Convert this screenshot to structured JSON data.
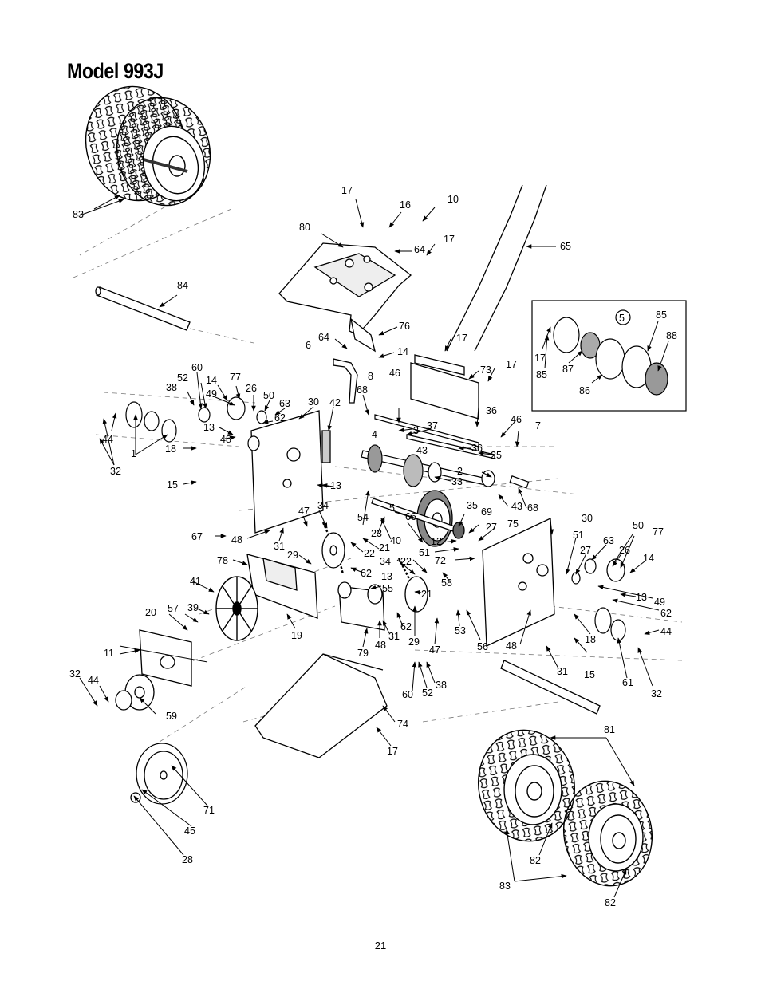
{
  "page": {
    "title": "Model 993J",
    "page_number": "21",
    "inset_badge": "5"
  },
  "part_labels": [
    {
      "id": "l1",
      "text": "83"
    },
    {
      "id": "l2",
      "text": "84"
    },
    {
      "id": "l3",
      "text": "80"
    },
    {
      "id": "l4",
      "text": "17"
    },
    {
      "id": "l5",
      "text": "16"
    },
    {
      "id": "l6",
      "text": "10"
    },
    {
      "id": "l7",
      "text": "17"
    },
    {
      "id": "l8",
      "text": "64"
    },
    {
      "id": "l9",
      "text": "65"
    },
    {
      "id": "l10",
      "text": "76"
    },
    {
      "id": "l11",
      "text": "64"
    },
    {
      "id": "l12",
      "text": "6"
    },
    {
      "id": "l13",
      "text": "14"
    },
    {
      "id": "l14",
      "text": "17"
    },
    {
      "id": "l15",
      "text": "73"
    },
    {
      "id": "l16",
      "text": "17"
    },
    {
      "id": "l17",
      "text": "46"
    },
    {
      "id": "l18",
      "text": "8"
    },
    {
      "id": "l19",
      "text": "68"
    },
    {
      "id": "l20",
      "text": "42"
    },
    {
      "id": "l21",
      "text": "36"
    },
    {
      "id": "l22",
      "text": "37"
    },
    {
      "id": "l23",
      "text": "46"
    },
    {
      "id": "l24",
      "text": "7"
    },
    {
      "id": "l25",
      "text": "4"
    },
    {
      "id": "l26",
      "text": "3"
    },
    {
      "id": "l27",
      "text": "36"
    },
    {
      "id": "l28",
      "text": "43"
    },
    {
      "id": "l29",
      "text": "25"
    },
    {
      "id": "l30",
      "text": "2"
    },
    {
      "id": "l31",
      "text": "33"
    },
    {
      "id": "l32",
      "text": "43"
    },
    {
      "id": "l33",
      "text": "68"
    },
    {
      "id": "l34",
      "text": "60"
    },
    {
      "id": "l35",
      "text": "52"
    },
    {
      "id": "l36",
      "text": "38"
    },
    {
      "id": "l37",
      "text": "14"
    },
    {
      "id": "l38",
      "text": "77"
    },
    {
      "id": "l39",
      "text": "49"
    },
    {
      "id": "l40",
      "text": "26"
    },
    {
      "id": "l41",
      "text": "50"
    },
    {
      "id": "l42",
      "text": "63"
    },
    {
      "id": "l43",
      "text": "30"
    },
    {
      "id": "l44",
      "text": "62"
    },
    {
      "id": "l45",
      "text": "44"
    },
    {
      "id": "l46",
      "text": "13"
    },
    {
      "id": "l47",
      "text": "48"
    },
    {
      "id": "l48",
      "text": "1"
    },
    {
      "id": "l49",
      "text": "18"
    },
    {
      "id": "l50",
      "text": "32"
    },
    {
      "id": "l51",
      "text": "15"
    },
    {
      "id": "l52",
      "text": "13"
    },
    {
      "id": "l53",
      "text": "34"
    },
    {
      "id": "l54",
      "text": "47"
    },
    {
      "id": "l55",
      "text": "54"
    },
    {
      "id": "l56",
      "text": "5"
    },
    {
      "id": "l57",
      "text": "35"
    },
    {
      "id": "l58",
      "text": "69"
    },
    {
      "id": "l59",
      "text": "23"
    },
    {
      "id": "l60",
      "text": "66"
    },
    {
      "id": "l61",
      "text": "40"
    },
    {
      "id": "l62",
      "text": "12"
    },
    {
      "id": "l63",
      "text": "27"
    },
    {
      "id": "l64",
      "text": "75"
    },
    {
      "id": "l65",
      "text": "67"
    },
    {
      "id": "l66",
      "text": "48"
    },
    {
      "id": "l67",
      "text": "31"
    },
    {
      "id": "l68",
      "text": "21"
    },
    {
      "id": "l69",
      "text": "29"
    },
    {
      "id": "l70",
      "text": "22"
    },
    {
      "id": "l71",
      "text": "51"
    },
    {
      "id": "l72",
      "text": "72"
    },
    {
      "id": "l73",
      "text": "78"
    },
    {
      "id": "l74",
      "text": "34"
    },
    {
      "id": "l75",
      "text": "22"
    },
    {
      "id": "l76",
      "text": "58"
    },
    {
      "id": "l77",
      "text": "62"
    },
    {
      "id": "l78",
      "text": "13"
    },
    {
      "id": "l79",
      "text": "55"
    },
    {
      "id": "l80",
      "text": "21"
    },
    {
      "id": "l81",
      "text": "41"
    },
    {
      "id": "l82",
      "text": "39"
    },
    {
      "id": "l83",
      "text": "57"
    },
    {
      "id": "l84",
      "text": "20"
    },
    {
      "id": "l85",
      "text": "19"
    },
    {
      "id": "l86",
      "text": "79"
    },
    {
      "id": "l87",
      "text": "48"
    },
    {
      "id": "l88",
      "text": "31"
    },
    {
      "id": "l89",
      "text": "62"
    },
    {
      "id": "l90",
      "text": "29"
    },
    {
      "id": "l91",
      "text": "47"
    },
    {
      "id": "l92",
      "text": "53"
    },
    {
      "id": "l93",
      "text": "56"
    },
    {
      "id": "l94",
      "text": "11"
    },
    {
      "id": "l95",
      "text": "30"
    },
    {
      "id": "l96",
      "text": "51"
    },
    {
      "id": "l97",
      "text": "63"
    },
    {
      "id": "l98",
      "text": "50"
    },
    {
      "id": "l99",
      "text": "77"
    },
    {
      "id": "l100",
      "text": "27"
    },
    {
      "id": "l101",
      "text": "26"
    },
    {
      "id": "l102",
      "text": "14"
    },
    {
      "id": "l103",
      "text": "13"
    },
    {
      "id": "l104",
      "text": "49"
    },
    {
      "id": "l105",
      "text": "62"
    },
    {
      "id": "l106",
      "text": "48"
    },
    {
      "id": "l107",
      "text": "18"
    },
    {
      "id": "l108",
      "text": "44"
    },
    {
      "id": "l109",
      "text": "31"
    },
    {
      "id": "l110",
      "text": "15"
    },
    {
      "id": "l111",
      "text": "61"
    },
    {
      "id": "l112",
      "text": "32"
    },
    {
      "id": "l113",
      "text": "32"
    },
    {
      "id": "l114",
      "text": "44"
    },
    {
      "id": "l115",
      "text": "59"
    },
    {
      "id": "l116",
      "text": "60"
    },
    {
      "id": "l117",
      "text": "52"
    },
    {
      "id": "l118",
      "text": "38"
    },
    {
      "id": "l119",
      "text": "74"
    },
    {
      "id": "l120",
      "text": "17"
    },
    {
      "id": "l121",
      "text": "81"
    },
    {
      "id": "l122",
      "text": "71"
    },
    {
      "id": "l123",
      "text": "45"
    },
    {
      "id": "l124",
      "text": "28"
    },
    {
      "id": "l125",
      "text": "82"
    },
    {
      "id": "l126",
      "text": "83"
    },
    {
      "id": "l127",
      "text": "82"
    },
    {
      "id": "l128",
      "text": "85"
    },
    {
      "id": "l129",
      "text": "88"
    },
    {
      "id": "l130",
      "text": "17"
    },
    {
      "id": "l131",
      "text": "85"
    },
    {
      "id": "l132",
      "text": "87"
    },
    {
      "id": "l133",
      "text": "86"
    }
  ]
}
